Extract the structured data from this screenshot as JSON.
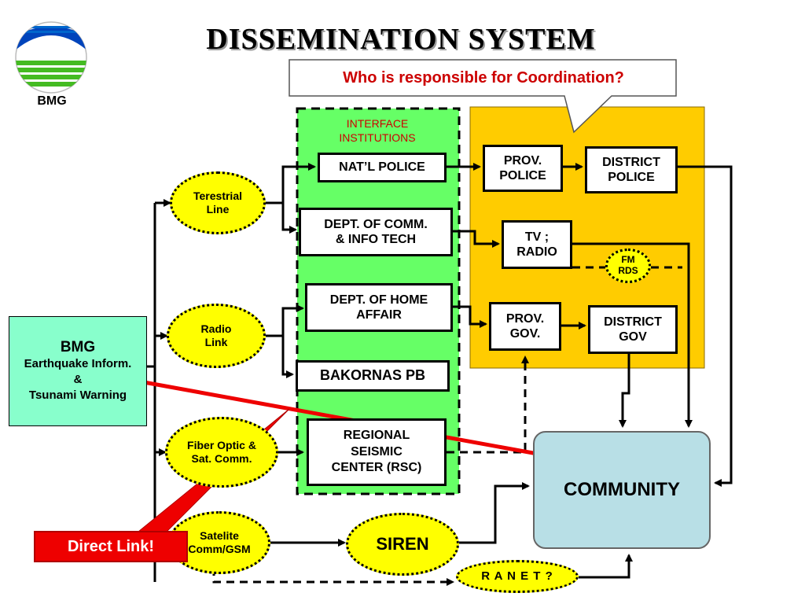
{
  "title": "DISSEMINATION   SYSTEM",
  "callout": "Who is responsible for Coordination?",
  "logo": {
    "label": "BMG",
    "icon": "bmg-logo-icon"
  },
  "interface": {
    "label_line1": "INTERFACE",
    "label_line2": "INSTITUTIONS"
  },
  "source": {
    "title": "BMG",
    "line1": "Earthquake Inform.",
    "line2": "&",
    "line3": "Tsunami Warning"
  },
  "channels": {
    "terrestrial": {
      "line1": "Terestrial",
      "line2": "Line"
    },
    "radio": {
      "line1": "Radio",
      "line2": "Link"
    },
    "fiber": {
      "line1": "Fiber Optic &",
      "line2": "Sat. Comm."
    },
    "satelite": {
      "line1": "Satelite",
      "line2": "Comm/GSM"
    }
  },
  "institutions": {
    "police": "NAT’L POLICE",
    "comm_line1": "DEPT. OF COMM.",
    "comm_line2": "& INFO TECH",
    "home_line1": "DEPT. OF HOME",
    "home_line2": "AFFAIR",
    "bakornas": "BAKORNAS PB",
    "rsc_line1": "REGIONAL",
    "rsc_line2": "SEISMIC",
    "rsc_line3": "CENTER  (RSC)"
  },
  "regional": {
    "prov_police_line1": "PROV.",
    "prov_police_line2": "POLICE",
    "district_police_line1": "DISTRICT",
    "district_police_line2": "POLICE",
    "tv_line1": "TV ;",
    "tv_line2": "RADIO",
    "fm_line1": "FM",
    "fm_line2": "RDS",
    "prov_gov_line1": "PROV.",
    "prov_gov_line2": "GOV.",
    "district_gov_line1": "DISTRICT",
    "district_gov_line2": "GOV"
  },
  "community": "COMMUNITY",
  "siren": "SIREN",
  "ranet": "R A N E T  ?",
  "direct_link": "Direct Link!",
  "colors": {
    "interface_panel": "#66ff66",
    "regional_panel": "#ffcc00",
    "channel_fill": "#ffff00",
    "source_fill": "#88ffcc",
    "community_fill": "#b8dfe6",
    "accent_red": "#ee0000",
    "callout_text": "#cc0000"
  }
}
